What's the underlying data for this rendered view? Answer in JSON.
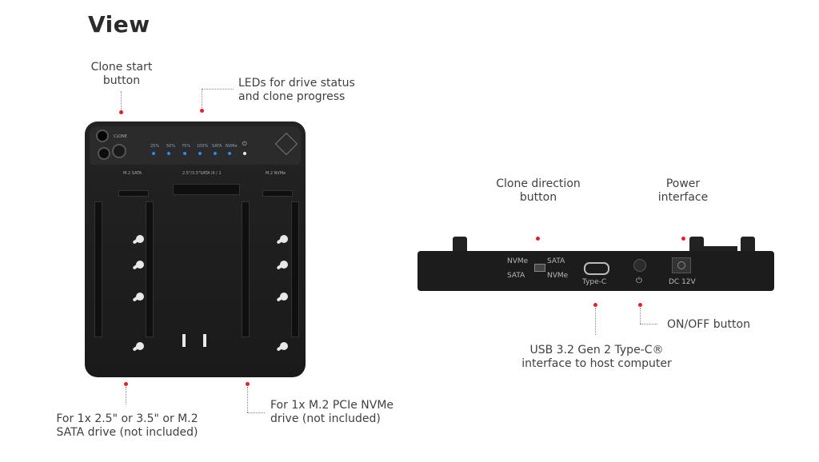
{
  "title": "View",
  "callouts": {
    "clone_start": "Clone start\nbutton",
    "leds": "LEDs for drive status\nand clone progress",
    "sata_drive": "For 1x 2.5\" or 3.5\" or M.2\nSATA drive (not included)",
    "nvme_drive": "For 1x M.2 PCIe NVMe\ndrive (not included)",
    "clone_direction": "Clone direction\nbutton",
    "power_interface": "Power\ninterface",
    "onoff": "ON/OFF button",
    "usb": "USB 3.2 Gen 2 Type-C®\ninterface to host computer"
  },
  "device_top": {
    "clone_label": "CLONE",
    "led_labels": [
      "25%",
      "50%",
      "75%",
      "100%",
      "SATA",
      "NVMe"
    ],
    "power_symbol": "⏻",
    "slot_left": "M.2 SATA",
    "slot_center": "2.5\"/3.5\"SATA III / 1",
    "slot_right": "M.2 NVMe"
  },
  "device_rear": {
    "switch_left_top": "NVMe",
    "switch_left_bottom": "SATA",
    "switch_right_top": "SATA",
    "switch_right_bottom": "NVMe",
    "port_label": "Type-C",
    "power_symbol": "⏻",
    "dc_label": "DC 12V"
  },
  "colors": {
    "callout_dot": "#e0202a",
    "led": "#2e8bff",
    "device": "#1c1c1c"
  }
}
